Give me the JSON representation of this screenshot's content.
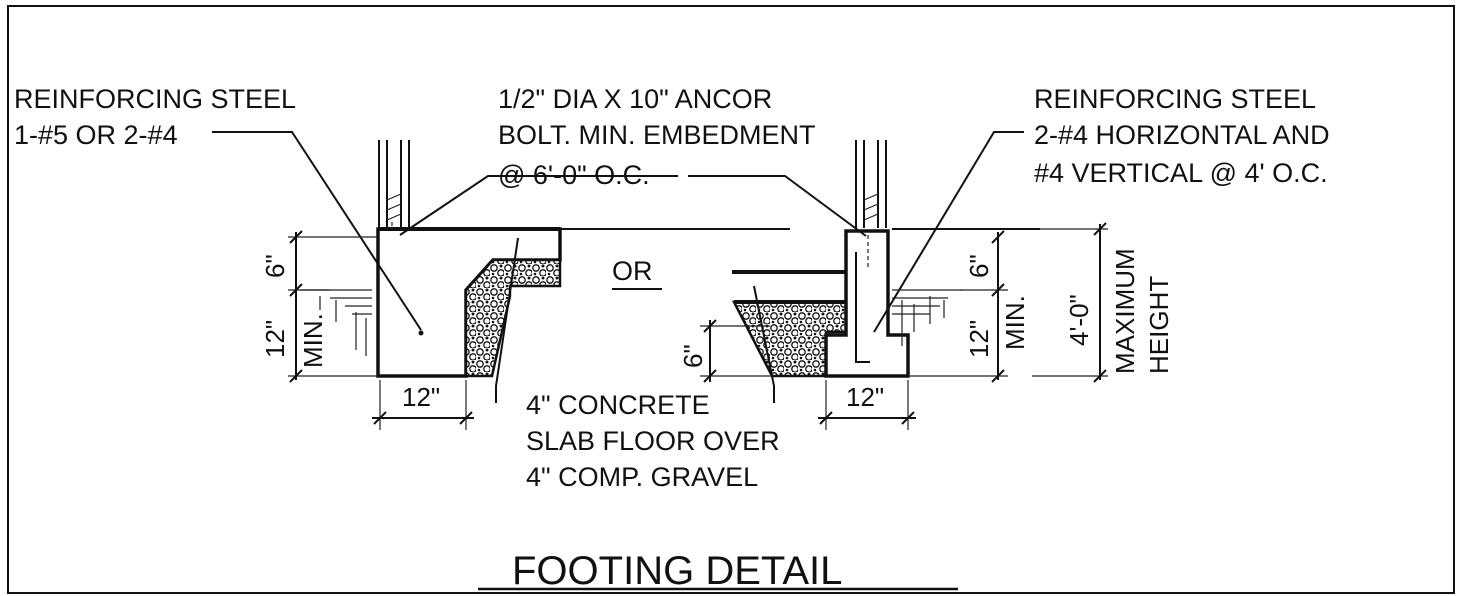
{
  "diagram": {
    "title": "FOOTING DETAIL",
    "or_label": "OR",
    "notes": {
      "left_rebar": [
        "REINFORCING STEEL",
        "1-#5 OR 2-#4"
      ],
      "anchor_bolt": [
        "1/2\" DIA X 10\" ANCOR",
        "BOLT. MIN. EMBEDMENT",
        "@ 6'-0\" O.C."
      ],
      "right_rebar": [
        "REINFORCING STEEL",
        "2-#4 HORIZONTAL AND",
        "#4 VERTICAL @ 4' O.C."
      ],
      "slab": [
        "4\" CONCRETE",
        "SLAB FLOOR OVER",
        "4\" COMP. GRAVEL"
      ]
    },
    "dimensions": {
      "left": {
        "top": "6\"",
        "depth": "12\"",
        "depth_note": "MIN.",
        "width": "12\""
      },
      "right": {
        "top": "6\"",
        "depth": "12\"",
        "depth_note": "MIN.",
        "gravel": "6\"",
        "width": "12\"",
        "height": "4'-0\"",
        "height_note": [
          "MAXIMUM",
          "HEIGHT"
        ]
      }
    }
  }
}
